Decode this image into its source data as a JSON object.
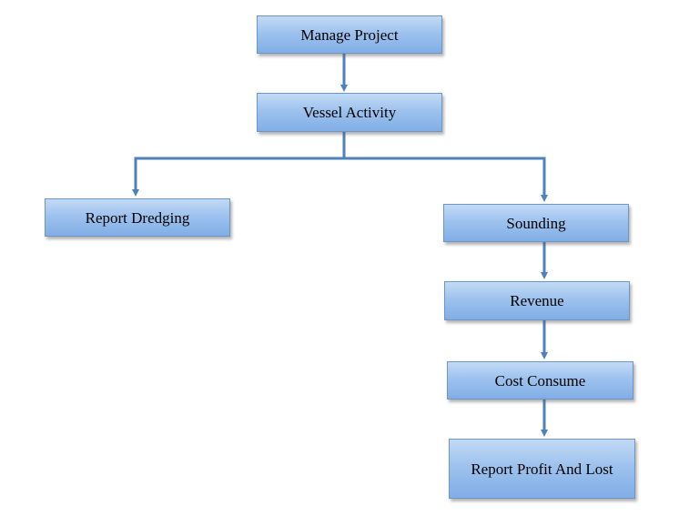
{
  "nodes": {
    "manage_project": "Manage Project",
    "vessel_activity": "Vessel Activity",
    "report_dredging": "Report Dredging",
    "sounding": "Sounding",
    "revenue": "Revenue",
    "cost_consume": "Cost Consume",
    "report_profit": "Report Profit And Lost"
  },
  "colors": {
    "connector": "#4f81bd",
    "node_border": "#6f94c6",
    "node_fill_top": "#c3daf6",
    "node_fill_bottom": "#80aee6"
  }
}
